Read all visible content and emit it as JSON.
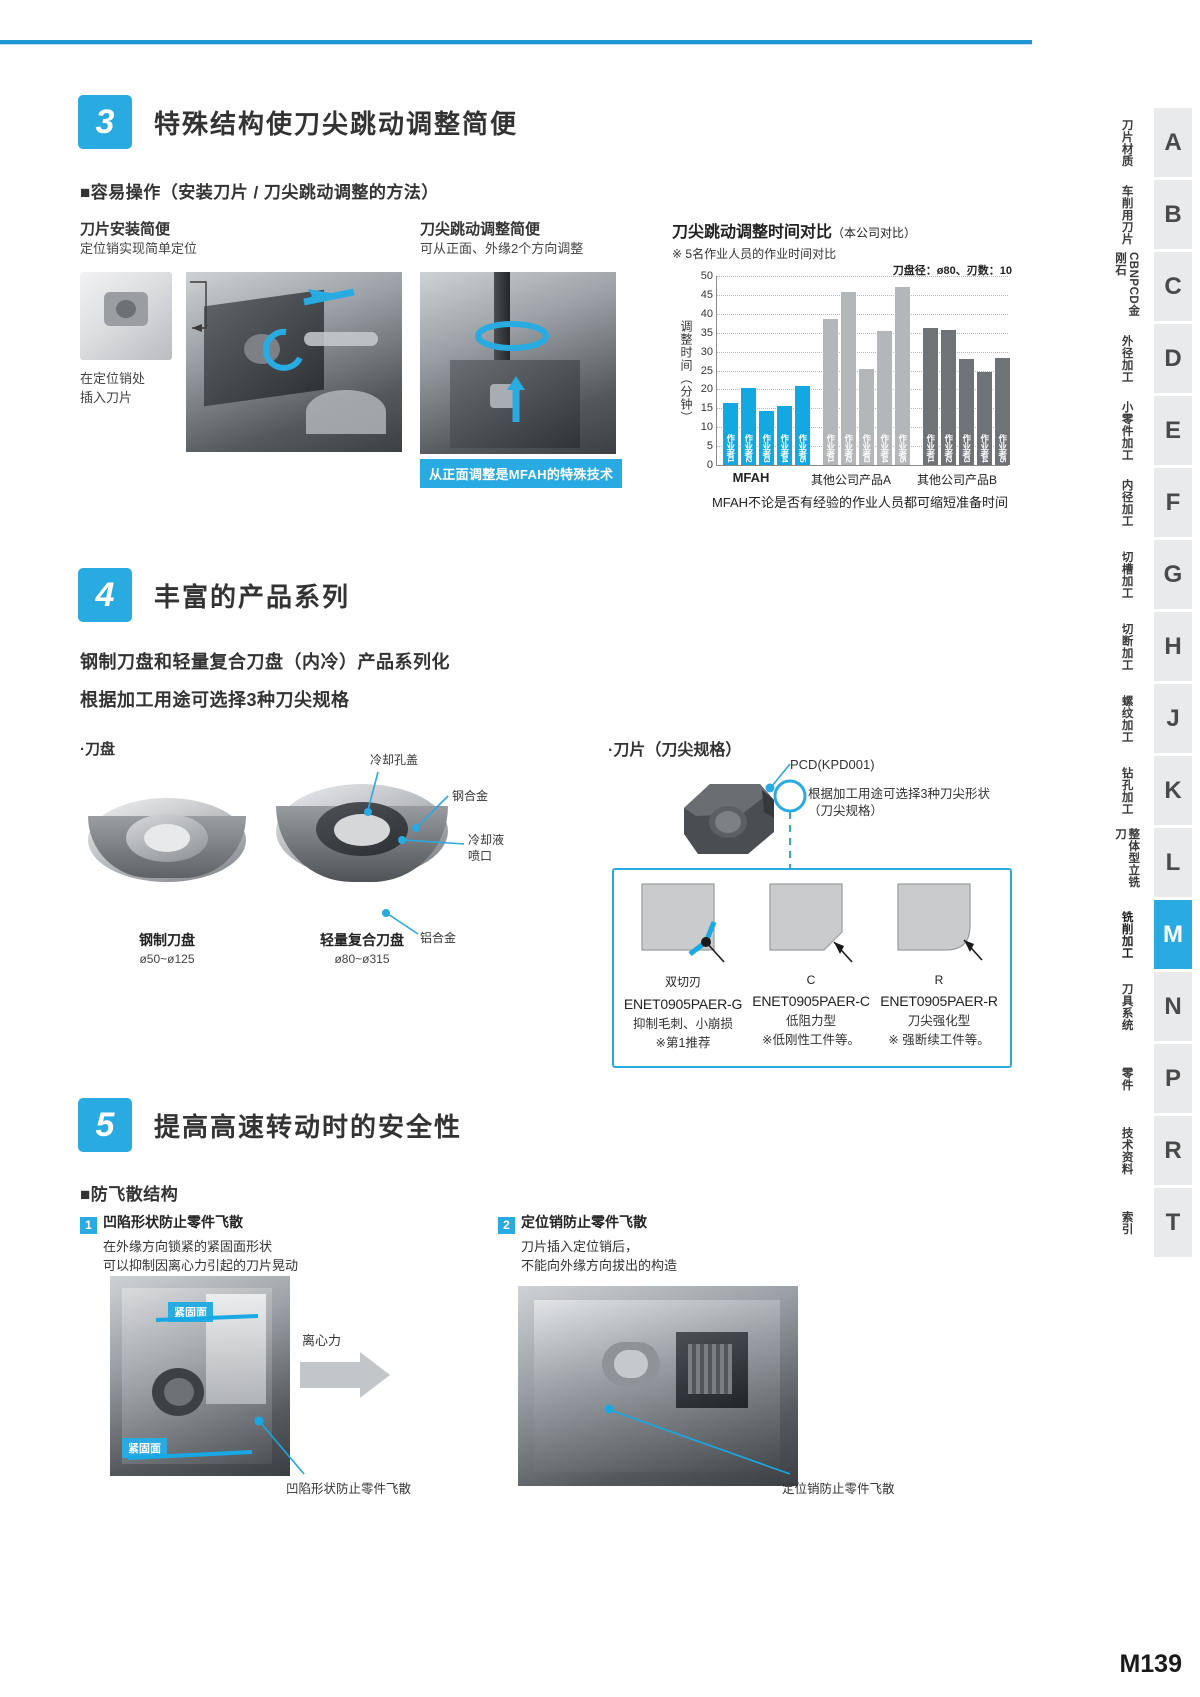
{
  "page": {
    "number": "M139"
  },
  "index_tabs": [
    {
      "cn": "刀片材质",
      "letter": "A",
      "active": false
    },
    {
      "cn": "车削用刀片",
      "letter": "B",
      "active": false
    },
    {
      "cn": "CBN\nPCD金刚石",
      "letter": "C",
      "active": false
    },
    {
      "cn": "外径加工",
      "letter": "D",
      "active": false
    },
    {
      "cn": "小零件加工",
      "letter": "E",
      "active": false
    },
    {
      "cn": "内径加工",
      "letter": "F",
      "active": false
    },
    {
      "cn": "切槽加工",
      "letter": "G",
      "active": false
    },
    {
      "cn": "切断加工",
      "letter": "H",
      "active": false
    },
    {
      "cn": "螺纹加工",
      "letter": "J",
      "active": false
    },
    {
      "cn": "钻孔加工",
      "letter": "K",
      "active": false
    },
    {
      "cn": "整体型立铣刀",
      "letter": "L",
      "active": false
    },
    {
      "cn": "铣削加工",
      "letter": "M",
      "active": true
    },
    {
      "cn": "刀具系统",
      "letter": "N",
      "active": false
    },
    {
      "cn": "零件",
      "letter": "P",
      "active": false
    },
    {
      "cn": "技术资料",
      "letter": "R",
      "active": false
    },
    {
      "cn": "索引",
      "letter": "T",
      "active": false
    }
  ],
  "section3": {
    "number": "3",
    "title": "特殊结构使刀尖跳动调整简便",
    "subhead": "■容易操作（安装刀片 / 刀尖跳动调整的方法）",
    "left": {
      "title": "刀片安装简便",
      "subtitle": "定位销实现简单定位",
      "callout": "在定位销处\n插入刀片"
    },
    "mid": {
      "title": "刀尖跳动调整简便",
      "subtitle": "可从正面、外缘2个方向调整",
      "badge": "从正面调整是MFAH的特殊技术"
    }
  },
  "chart_data": {
    "type": "bar",
    "title": "刀尖跳动调整时间对比",
    "title_note": "（本公司对比）",
    "subtitle": "※ 5名作业人员的作业时间对比",
    "condition_note": "刀盘径：ø80、刃数：10",
    "ylabel": "调整时间（分钟）",
    "xlabel": "",
    "ylim": [
      0,
      50
    ],
    "yticks": [
      0,
      5,
      10,
      15,
      20,
      25,
      30,
      35,
      40,
      45,
      50
    ],
    "grid": true,
    "legend": "none",
    "categories": [
      "作业者1",
      "作业者2",
      "作业者3",
      "作业者4",
      "作业者5"
    ],
    "series": [
      {
        "name": "MFAH",
        "color": "#13a8e2",
        "values": [
          16.3,
          20.5,
          14.4,
          15.5,
          20.8
        ]
      },
      {
        "name": "其他公司产品A",
        "color": "#b4b7ba",
        "values": [
          38.5,
          45.7,
          25.3,
          35.5,
          47.0
        ]
      },
      {
        "name": "其他公司产品B",
        "color": "#6f7276",
        "values": [
          36.3,
          35.8,
          28.0,
          24.5,
          28.3
        ]
      }
    ],
    "group_labels": [
      "MFAH",
      "其他公司产品A",
      "其他公司产品B"
    ],
    "footer": "MFAH不论是否有经验的作业人员都可缩短准备时间"
  },
  "section4": {
    "number": "4",
    "title": "丰富的产品系列",
    "line1": "钢制刀盘和轻量复合刀盘（内冷）产品系列化",
    "line2": "根据加工用途可选择3种刀尖规格",
    "cutters": {
      "heading": "·刀盘",
      "items": [
        {
          "name": "钢制刀盘",
          "size": "ø50~ø125"
        },
        {
          "name": "轻量复合刀盘",
          "size": "ø80~ø315"
        }
      ],
      "callouts": [
        "冷却孔盖",
        "钢合金",
        "冷却液\n喷口",
        "铝合金"
      ]
    },
    "inserts": {
      "heading": "·刀片（刀尖规格）",
      "pcd_label": "PCD(KPD001)",
      "note": "根据加工用途可选择3种刀尖形状\n（刀尖规格）",
      "types": [
        {
          "mark": "双切刃",
          "name": "ENET0905PAER-G",
          "desc1": "抑制毛刺、小崩损",
          "desc2": "※第1推荐"
        },
        {
          "mark": "C",
          "name": "ENET0905PAER-C",
          "desc1": "低阻力型",
          "desc2": "※低刚性工件等。"
        },
        {
          "mark": "R",
          "name": "ENET0905PAER-R",
          "desc1": "刀尖强化型",
          "desc2": "※ 强断续工件等。"
        }
      ]
    }
  },
  "section5": {
    "number": "5",
    "title": "提高高速转动时的安全性",
    "subhead": "■防飞散结构",
    "items": [
      {
        "num": "1",
        "title": "凹陷形状防止零件飞散",
        "body": "在外缘方向锁紧的紧固面形状\n可以抑制因离心力引起的刀片晃动",
        "tags": [
          "紧固面",
          "紧固面"
        ],
        "arrow_label": "离心力",
        "caption": "凹陷形状防止零件飞散"
      },
      {
        "num": "2",
        "title": "定位销防止零件飞散",
        "body": "刀片插入定位销后，\n不能向外缘方向拔出的构造",
        "caption": "定位销防止零件飞散"
      }
    ]
  }
}
